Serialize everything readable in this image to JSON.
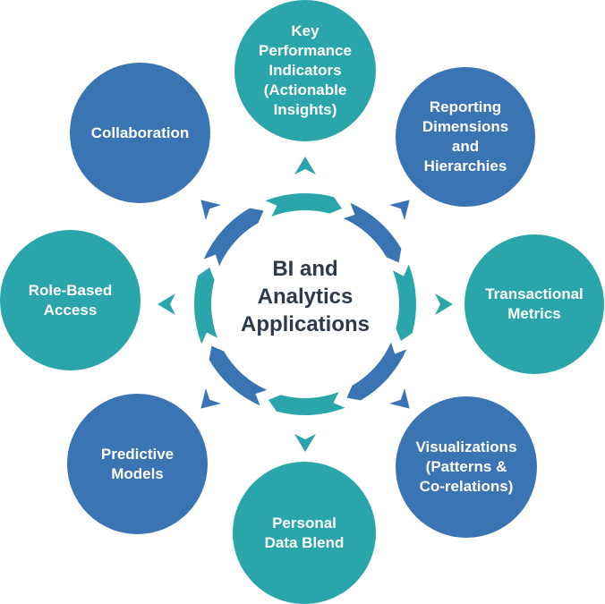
{
  "diagram": {
    "center_title": "BI and\nAnalytics\nApplications",
    "colors": {
      "teal": "#2aa6ab",
      "blue": "#3a74b2",
      "center_text": "#2e3a4b",
      "node_text": "#ffffff"
    },
    "nodes": [
      {
        "id": "kpi",
        "label": "Key\nPerformance\nIndicators\n(Actionable\nInsights)",
        "color": "teal",
        "direction": "top"
      },
      {
        "id": "reporting",
        "label": "Reporting\nDimensions\nand\nHierarchies",
        "color": "blue",
        "direction": "top-right"
      },
      {
        "id": "transactional",
        "label": "Transactional\nMetrics",
        "color": "teal",
        "direction": "right"
      },
      {
        "id": "visualizations",
        "label": "Visualizations\n(Patterns &\nCo-relations)",
        "color": "blue",
        "direction": "bottom-right"
      },
      {
        "id": "personal",
        "label": "Personal\nData Blend",
        "color": "teal",
        "direction": "bottom"
      },
      {
        "id": "predictive",
        "label": "Predictive\nModels",
        "color": "blue",
        "direction": "bottom-left"
      },
      {
        "id": "role",
        "label": "Role-Based\nAccess",
        "color": "teal",
        "direction": "left"
      },
      {
        "id": "collaboration",
        "label": "Collaboration",
        "color": "blue",
        "direction": "top-left"
      }
    ],
    "ring_segments": [
      "teal",
      "blue",
      "teal",
      "blue",
      "teal",
      "blue",
      "teal",
      "blue"
    ],
    "ring_flow": "clockwise"
  }
}
